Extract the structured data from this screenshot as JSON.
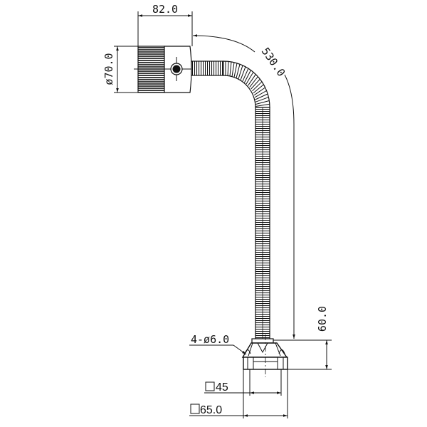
{
  "drawing": {
    "subject": "gooseneck lamp dimension drawing",
    "dimensions": {
      "head_length": "82.0",
      "head_diameter": "ø70.0",
      "arm_length": "530.0",
      "base_height": "60.0",
      "mount_holes": "4-ø6.0",
      "inner_square": "45",
      "outer_square": "65.0"
    },
    "square_symbol": "□",
    "line_color": "#111111",
    "background": "#ffffff"
  }
}
